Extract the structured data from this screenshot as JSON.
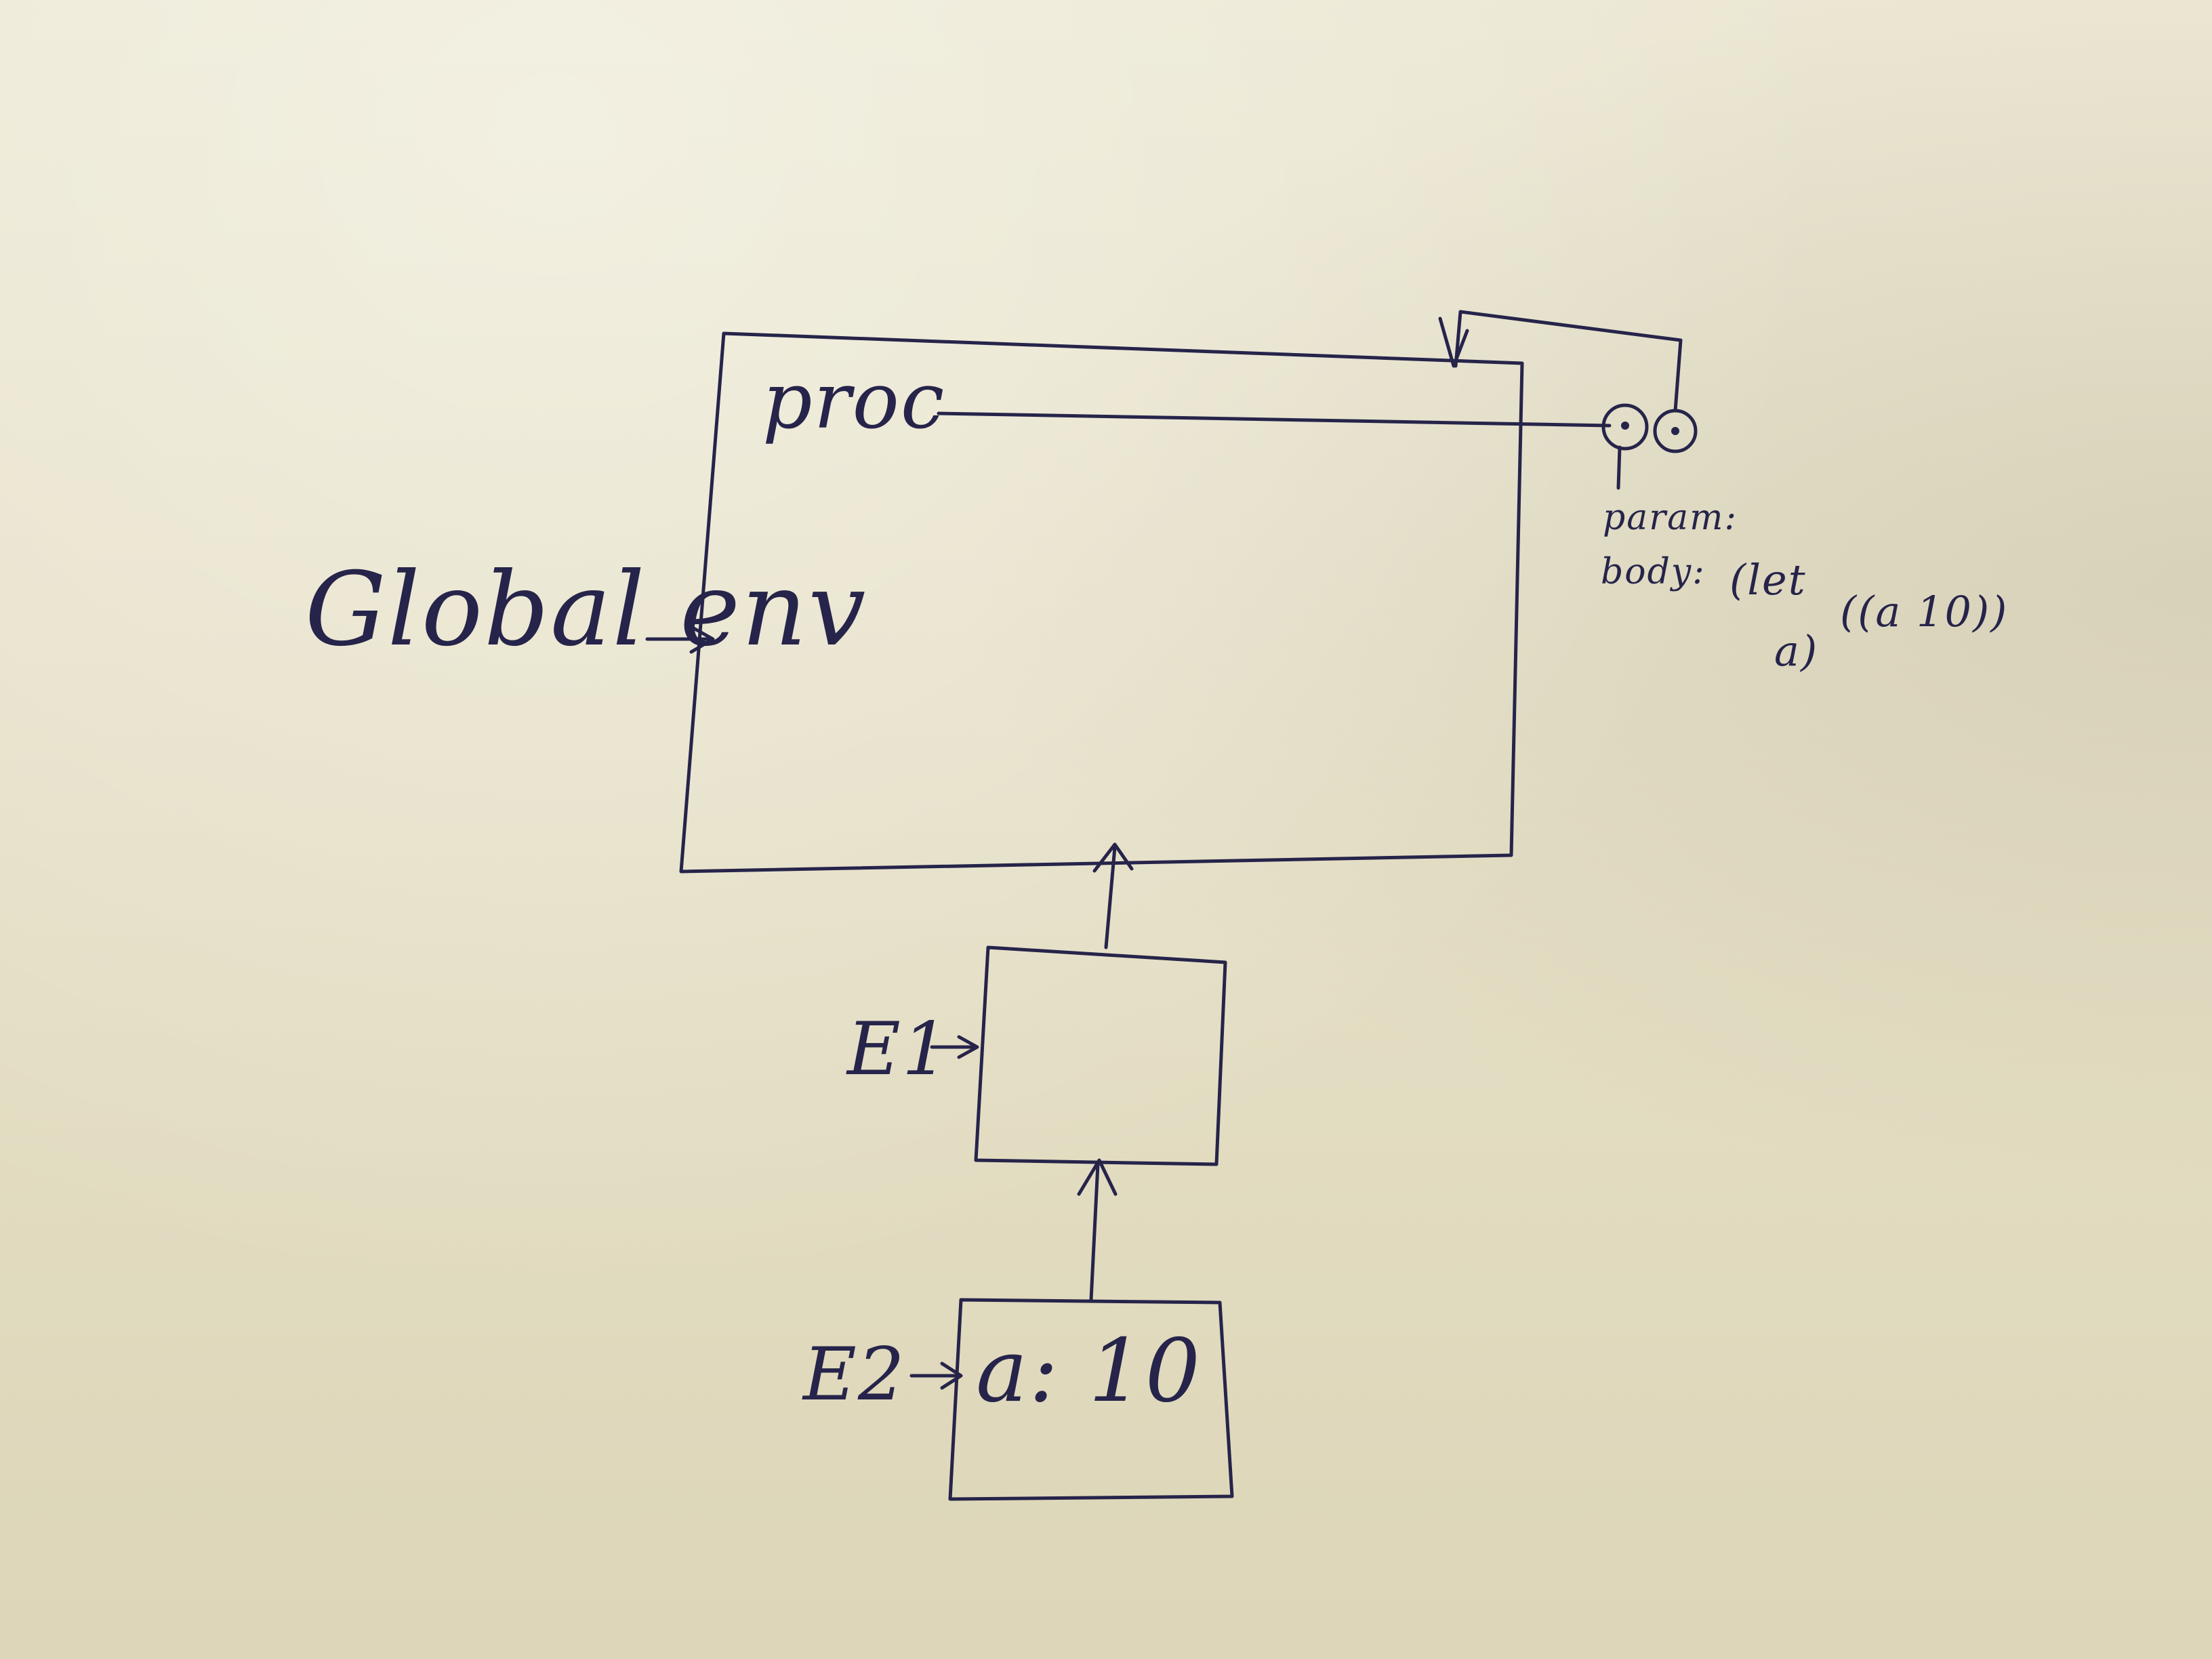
{
  "diagram": {
    "global_env_label": "Global env",
    "proc_label": "proc",
    "e1_label": "E1",
    "e2_label": "E2",
    "e2_binding": "a: 10",
    "procedure": {
      "param_label": "param:",
      "body_label": "body:",
      "body_line1": "(let",
      "body_line2": "((a 10))",
      "body_line3": "a)"
    }
  },
  "colors": {
    "ink": "#26244a",
    "paper": "#e6e1c9"
  }
}
